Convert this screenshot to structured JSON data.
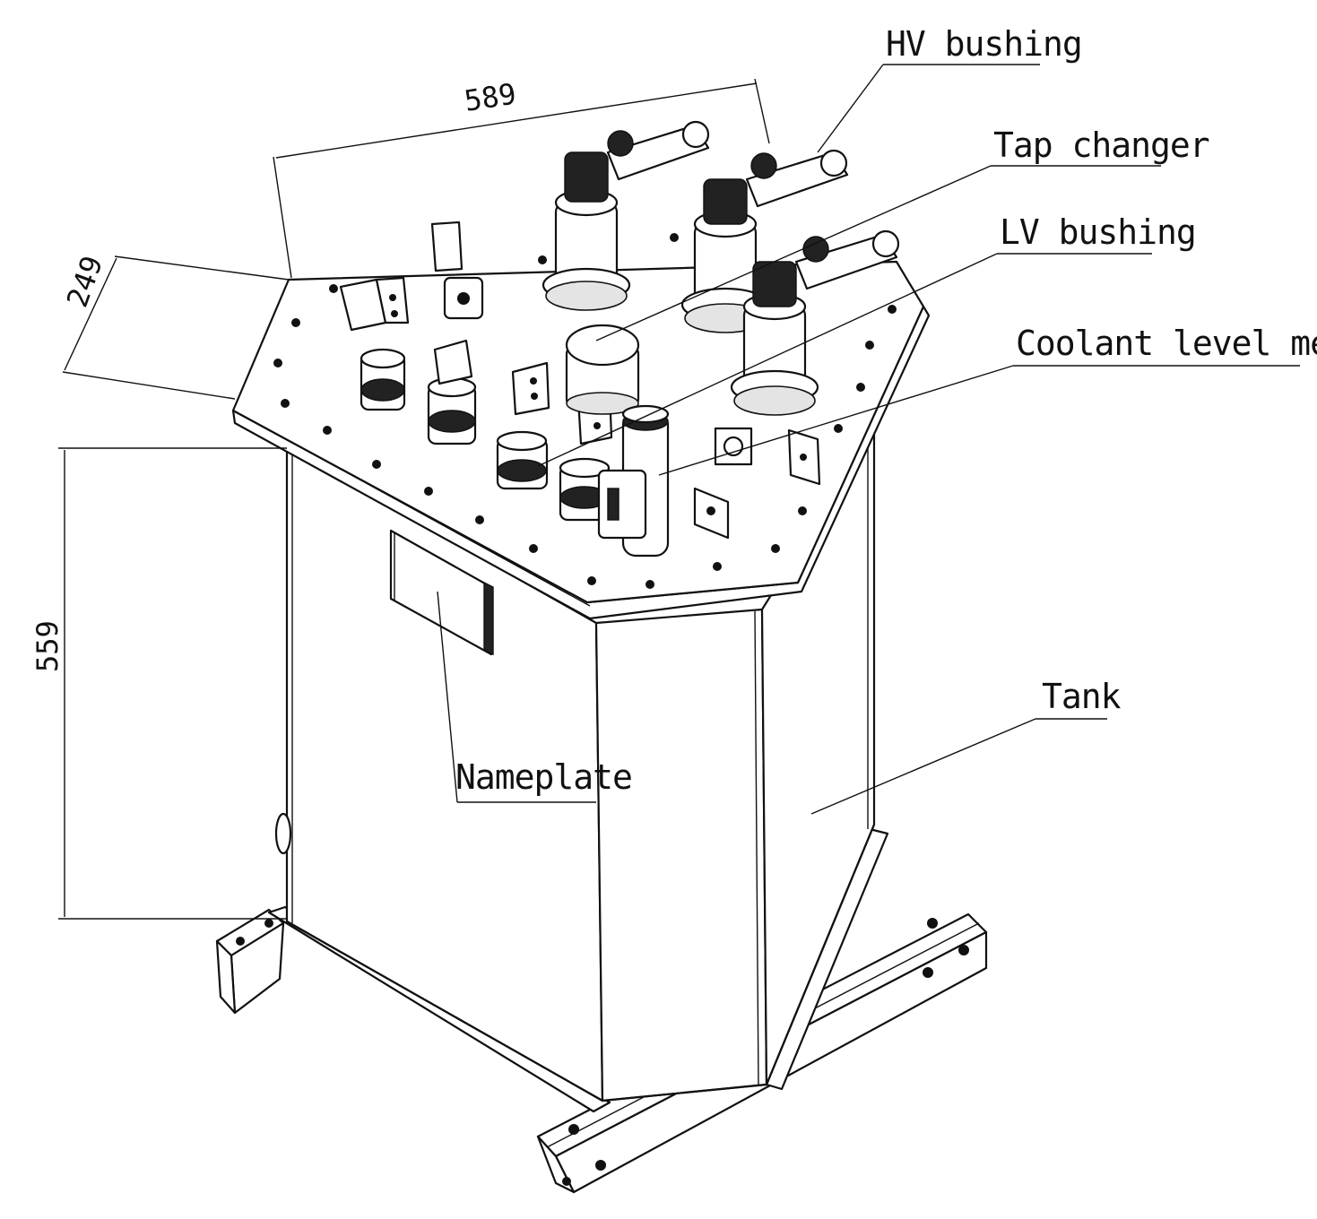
{
  "diagram": {
    "labels": {
      "hv_bushing": "HV bushing",
      "tap_changer": "Tap changer",
      "lv_bushing": "LV bushing",
      "coolant_level_meter": "Coolant level meter",
      "tank": "Tank",
      "nameplate": "Nameplate"
    },
    "dimensions": {
      "width": "589",
      "depth": "249",
      "height": "559"
    }
  }
}
